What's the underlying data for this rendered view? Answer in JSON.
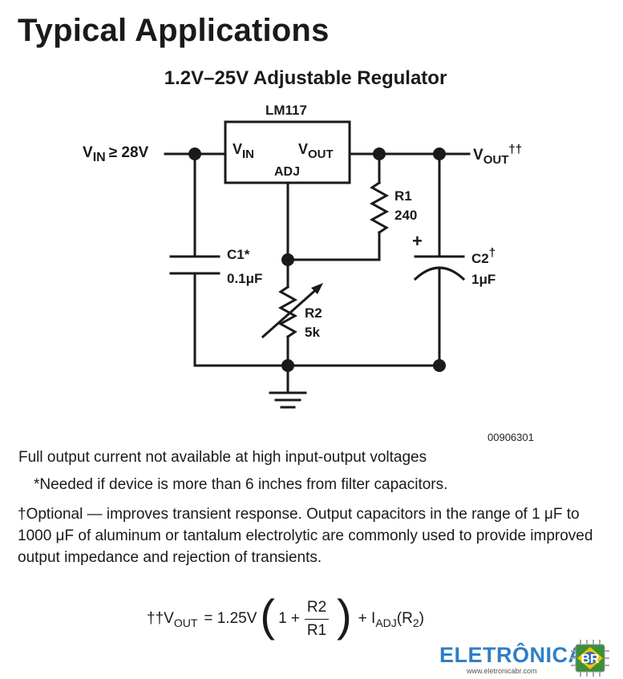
{
  "section_title": "Typical Applications",
  "circuit_title": "1.2V–25V Adjustable Regulator",
  "schematic": {
    "ic_name": "LM117",
    "pin_vin_main": "V",
    "pin_vin_sub": "IN",
    "pin_vout_main": "V",
    "pin_vout_sub": "OUT",
    "pin_adj": "ADJ",
    "input_label_main": "V",
    "input_label_sub": "IN",
    "input_label_rest": "≥ 28V",
    "output_label_main": "V",
    "output_label_sub": "OUT",
    "output_label_sup": "††",
    "r1_name": "R1",
    "r1_value": "240",
    "r2_name": "R2",
    "r2_value": "5k",
    "c1_name": "C1*",
    "c1_value": "0.1μF",
    "c2_name": "C2",
    "c2_sup": "†",
    "c2_value": "1μF",
    "c2_polarity": "+"
  },
  "figure_id": "00906301",
  "notes": {
    "line1": "Full output current not available at high input-output voltages",
    "line2": "*Needed if device is more than 6 inches from filter capacitors.",
    "line3": "†Optional — improves transient response. Output capacitors in the range of 1 μF to 1000 μF of aluminum or tantalum electrolytic are commonly used to provide improved output impedance and rejection of transients."
  },
  "formula": {
    "prefix": "††V",
    "prefix_sub": "OUT",
    "equals": "= 1.25V",
    "one_plus": "1 +",
    "numerator": "R2",
    "denominator": "R1",
    "plus": "+ I",
    "iadj_sub": "ADJ",
    "tail": "(R",
    "tail_sub": "2",
    "tail_close": ")"
  },
  "logo": {
    "text": "ELETRÔNICA",
    "badge": "BR",
    "url": "www.eletronicabr.com"
  },
  "colors": {
    "text": "#1a1a1a",
    "logo_blue": "#2f7fc4"
  }
}
